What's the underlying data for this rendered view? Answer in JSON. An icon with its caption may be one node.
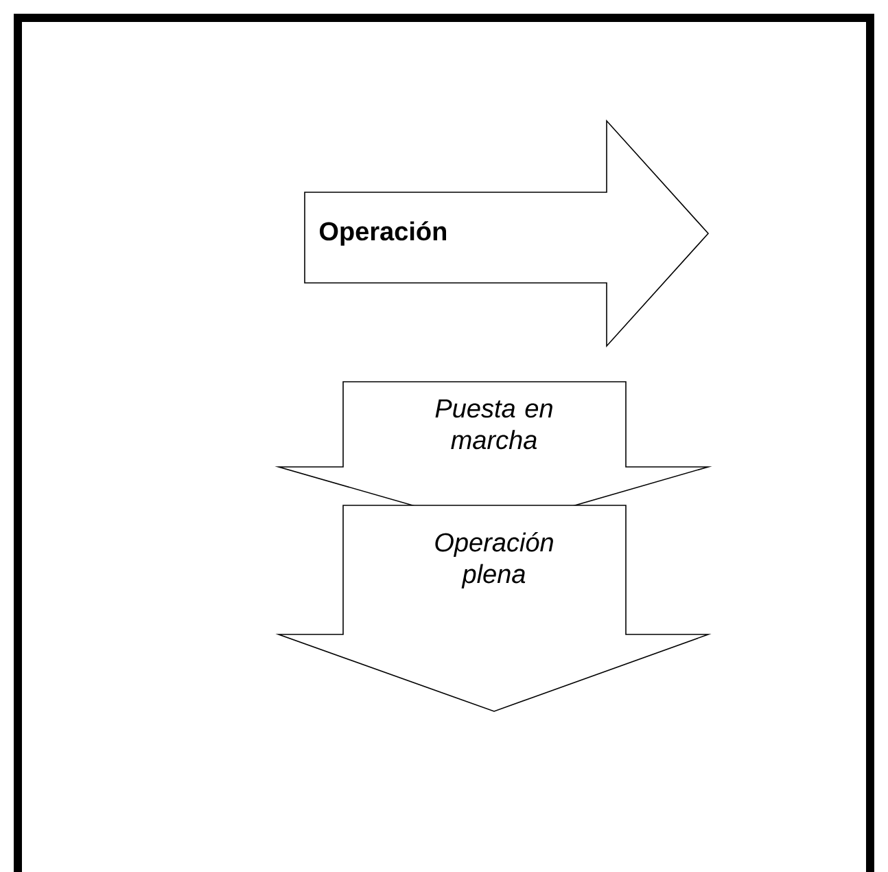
{
  "diagram": {
    "nodes": [
      {
        "text": [
          "Operación"
        ]
      },
      {
        "text": [
          "Puesta en marcha"
        ]
      },
      {
        "text": [
          "Operación plena"
        ]
      }
    ]
  }
}
